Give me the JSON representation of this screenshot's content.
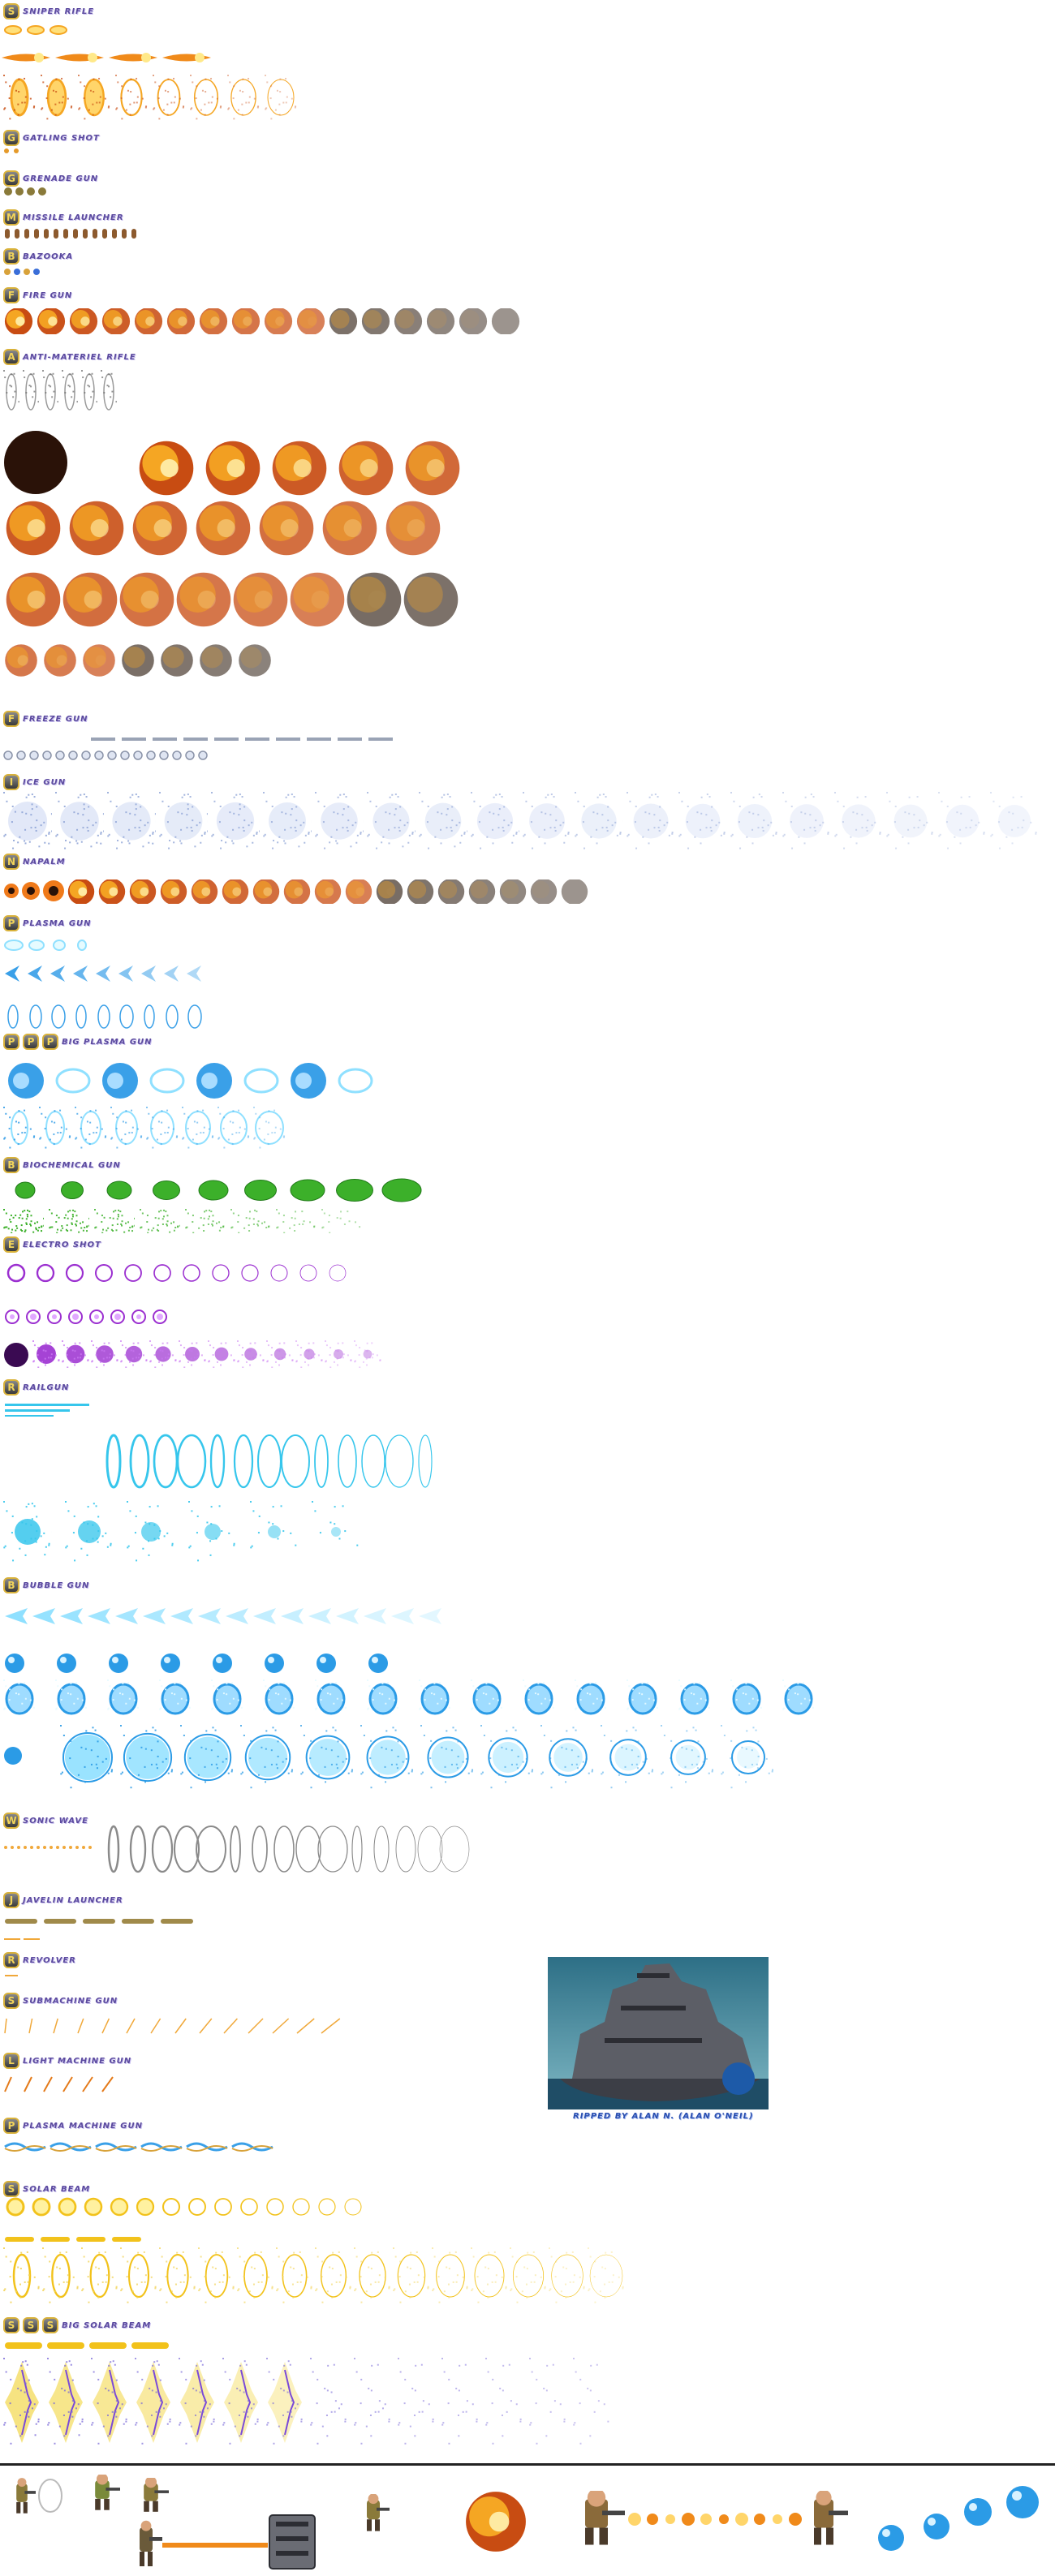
{
  "weapons": [
    {
      "id": "sniper",
      "badge": "S",
      "name": "SNIPER RIFLE"
    },
    {
      "id": "gatling",
      "badge": "G",
      "name": "GATLING SHOT"
    },
    {
      "id": "grenade",
      "badge": "G",
      "name": "GRENADE GUN"
    },
    {
      "id": "missile",
      "badge": "M",
      "name": "MISSILE LAUNCHER"
    },
    {
      "id": "bazooka",
      "badge": "B",
      "name": "BAZOOKA"
    },
    {
      "id": "fire",
      "badge": "F",
      "name": "FIRE GUN"
    },
    {
      "id": "antimateriel",
      "badge": "A",
      "name": "ANTI-MATERIEL RIFLE"
    },
    {
      "id": "freeze",
      "badge": "F",
      "name": "FREEZE GUN"
    },
    {
      "id": "ice",
      "badge": "I",
      "name": "ICE GUN"
    },
    {
      "id": "napalm",
      "badge": "N",
      "name": "NAPALM"
    },
    {
      "id": "plasma",
      "badge": "P",
      "name": "PLASMA GUN"
    },
    {
      "id": "bigplasma",
      "badge": "P",
      "name": "BIG PLASMA GUN"
    },
    {
      "id": "biochemical",
      "badge": "B",
      "name": "BIOCHEMICAL GUN"
    },
    {
      "id": "electro",
      "badge": "E",
      "name": "ELECTRO SHOT"
    },
    {
      "id": "railgun",
      "badge": "R",
      "name": "RAILGUN"
    },
    {
      "id": "bubble",
      "badge": "B",
      "name": "BUBBLE GUN"
    },
    {
      "id": "sonic",
      "badge": "W",
      "name": "SONIC WAVE"
    },
    {
      "id": "javelin",
      "badge": "J",
      "name": "JAVELIN LAUNCHER"
    },
    {
      "id": "revolver",
      "badge": "R",
      "name": "REVOLVER"
    },
    {
      "id": "submachine",
      "badge": "S",
      "name": "SUBMACHINE GUN"
    },
    {
      "id": "lightmachine",
      "badge": "L",
      "name": "LIGHT MACHINE GUN"
    },
    {
      "id": "plasmamachine",
      "badge": "P",
      "name": "PLASMA MACHINE GUN"
    },
    {
      "id": "solar",
      "badge": "S",
      "name": "SOLAR BEAM"
    },
    {
      "id": "bigsolar",
      "badge": "S",
      "name": "BIG SOLAR BEAM"
    }
  ],
  "credit": "RIPPED BY ALAN N. (ALAN O'NEIL)",
  "colors": {
    "label": "#5b4a9e",
    "badge_border": "#d9b23a",
    "fire": "#f5a623",
    "explosion": "#c84c12",
    "smoke": "#3a2a1e",
    "ice": "#8fa4d6",
    "plasma": "#3aa0e8",
    "plasma_light": "#8fe0ff",
    "bio": "#3cb02a",
    "electro": "#9b2fd0",
    "rail": "#36c6ec",
    "bubble": "#2b9be6",
    "solar": "#f2c21b",
    "credit": "#2a4fb0"
  }
}
